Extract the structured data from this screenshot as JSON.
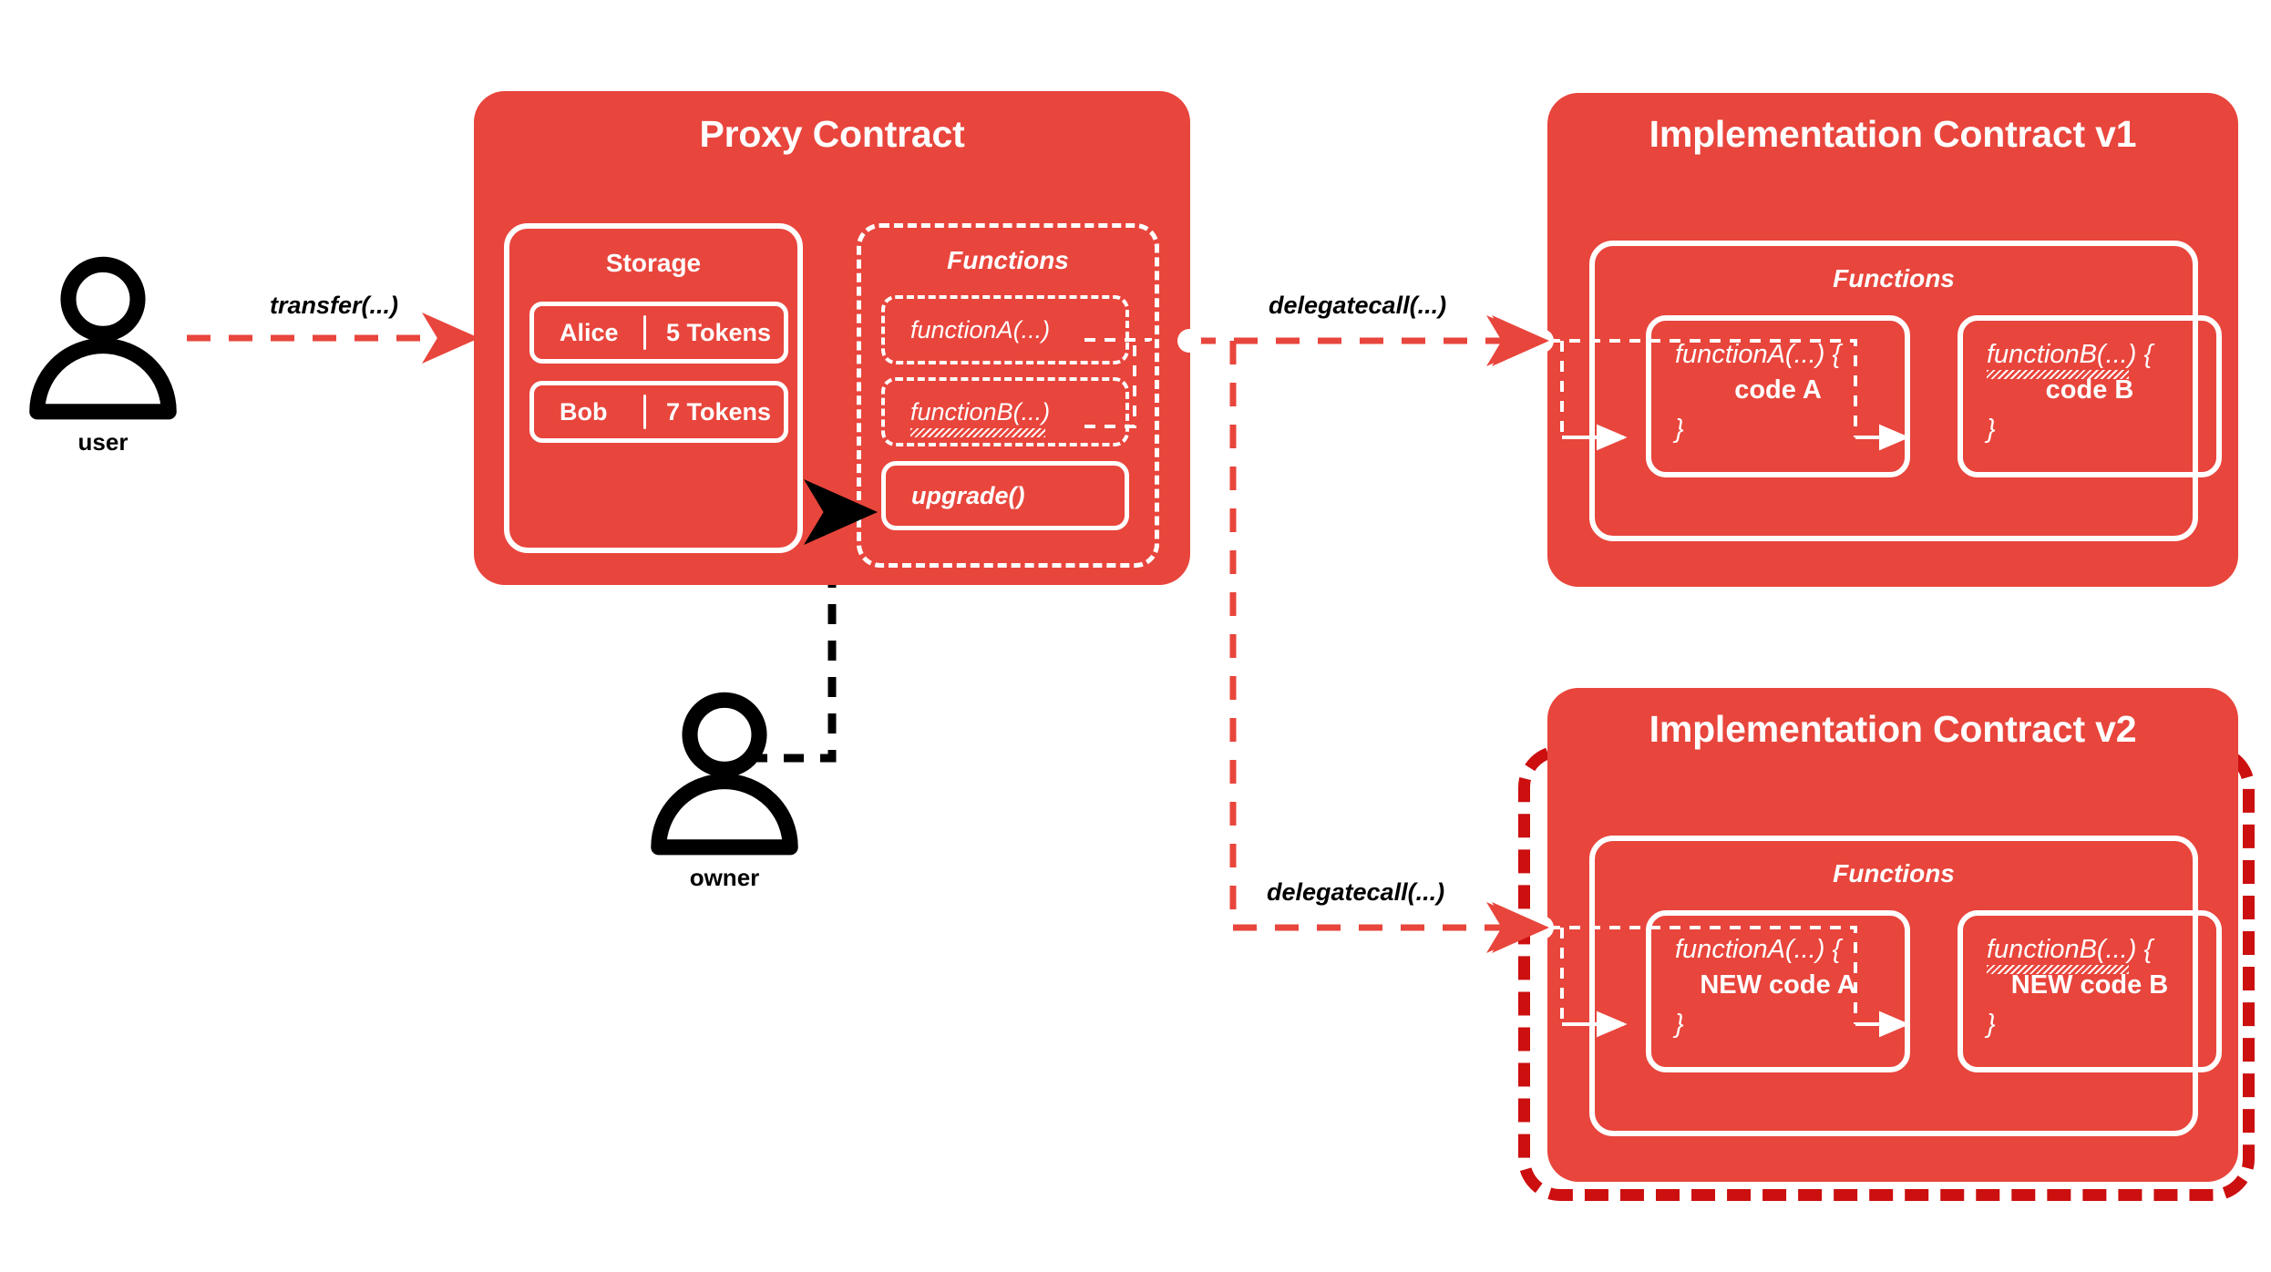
{
  "diagram": {
    "title": "Upgradeable Proxy Contract Pattern",
    "colors": {
      "card_red": "#E8453C",
      "highlight_red": "#CC0F0F",
      "wire_red": "#E8453C",
      "black": "#000000",
      "white": "#FFFFFF",
      "background": "#FFFFFF"
    }
  },
  "actors": [
    {
      "id": "user",
      "label": "user",
      "icon": "person-icon"
    },
    {
      "id": "owner",
      "label": "owner",
      "icon": "person-icon"
    }
  ],
  "edges": [
    {
      "id": "transfer",
      "label": "transfer(...)",
      "from": "user",
      "to": "proxy",
      "style": "dashed-red"
    },
    {
      "id": "upgrade-call",
      "label": "",
      "from": "owner",
      "to": "upgrade",
      "style": "dashed-black"
    },
    {
      "id": "delegatecall1",
      "label": "delegatecall(...)",
      "from": "proxy",
      "to": "impl-v1",
      "style": "dashed-red"
    },
    {
      "id": "delegatecall2",
      "label": "delegatecall(...)",
      "from": "proxy",
      "to": "impl-v2",
      "style": "dashed-red"
    }
  ],
  "proxy": {
    "title": "Proxy Contract",
    "storage": {
      "label": "Storage",
      "rows": [
        {
          "name": "Alice",
          "separator": "|",
          "value": "5 Tokens"
        },
        {
          "name": "Bob",
          "separator": "|",
          "value": "7 Tokens"
        }
      ]
    },
    "functions": {
      "label": "Functions",
      "items": [
        {
          "label": "functionA(...)",
          "style": "dashed",
          "spellcheck": false
        },
        {
          "label": "functionB(...)",
          "style": "dashed",
          "spellcheck": true
        },
        {
          "label": "upgrade()",
          "style": "solid",
          "spellcheck": false
        }
      ]
    }
  },
  "impl_v1": {
    "title": "Implementation Contract v1",
    "functions": {
      "label": "Functions",
      "items": [
        {
          "sig": "functionA(...) {",
          "body": "code A",
          "close": "}",
          "spellcheck": false
        },
        {
          "sig": "functionB(...) {",
          "body": "code B",
          "close": "}",
          "spellcheck": true
        }
      ]
    }
  },
  "impl_v2": {
    "title": "Implementation Contract v2",
    "highlighted": true,
    "functions": {
      "label": "Functions",
      "items": [
        {
          "sig": "functionA(...) {",
          "body": "NEW code A",
          "close": "}",
          "spellcheck": false
        },
        {
          "sig": "functionB(...) {",
          "body": "NEW code B",
          "close": "}",
          "spellcheck": true
        }
      ]
    }
  }
}
